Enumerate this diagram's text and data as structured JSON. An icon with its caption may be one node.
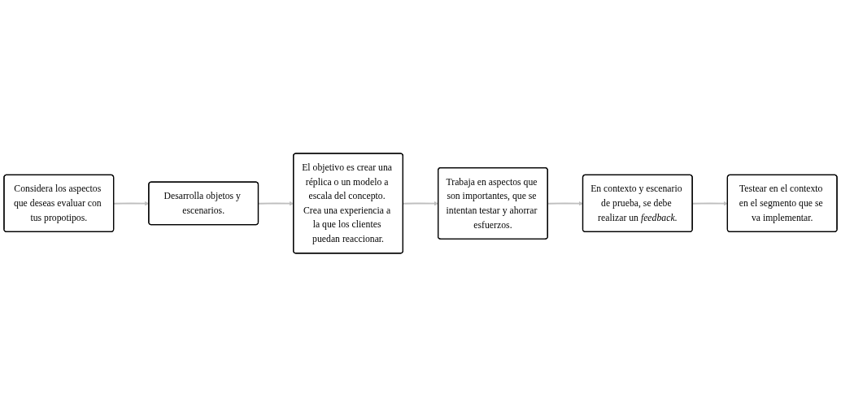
{
  "diagram": {
    "nodes": [
      {
        "text": [
          "Considera los aspectos que deseas evaluar con tus propotipos."
        ]
      },
      {
        "text": [
          "Desarrolla objetos y escenarios."
        ]
      },
      {
        "text": [
          "El objetivo es crear una réplica o un modelo a escala del concepto. Crea una experiencia a la que los clientes puedan reaccionar."
        ]
      },
      {
        "text": [
          "Testear en el contexto en el segmento que se va implementar."
        ]
      },
      {
        "text": [
          "En contexto y escenario de prueba, se debe realizar un *feedback*."
        ]
      },
      {
        "text": [
          "Trabaja en aspectos que son importantes, que se intentan testar y ahorrar esfuerzos."
        ]
      }
    ],
    "edges": [
      {
        "from": 0,
        "to": 1,
        "arrow": "to"
      },
      {
        "from": 1,
        "to": 2,
        "arrow": "to"
      },
      {
        "from": 2,
        "to": 5,
        "arrow": "to"
      },
      {
        "from": 5,
        "to": 4,
        "arrow": "to"
      },
      {
        "from": 4,
        "to": 3,
        "arrow": "to"
      }
    ]
  }
}
